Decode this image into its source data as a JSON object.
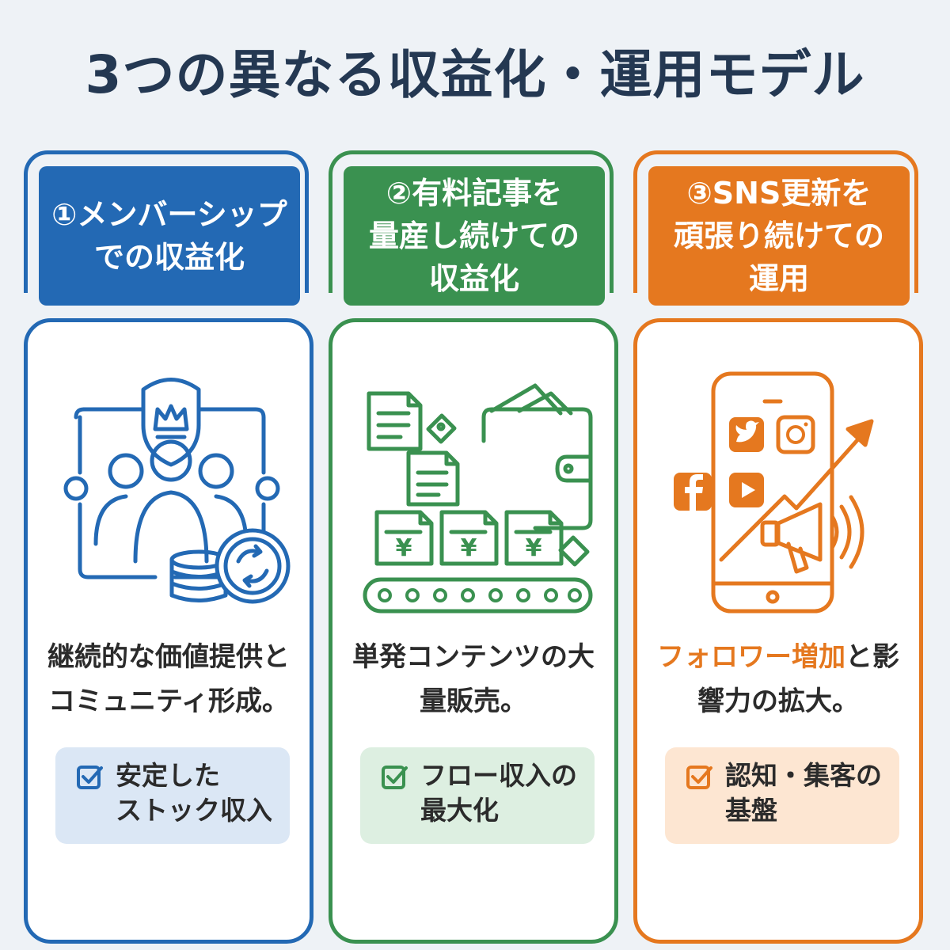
{
  "title": "3つの異なる収益化・運用モデル",
  "columns": [
    {
      "color": "#2369b4",
      "header": "①メンバーシップ\nでの収益化",
      "description": "継続的な価値提供とコミュニティ形成。",
      "benefit": "安定した\nストック収入",
      "icon": "membership-community-icon"
    },
    {
      "color": "#3a9150",
      "header": "②有料記事を\n量産し続けての\n収益化",
      "description": "単発コンテンツの大量販売。",
      "benefit": "フロー収入の\n最大化",
      "icon": "paid-article-wallet-icon"
    },
    {
      "color": "#e5781f",
      "header": "③SNS更新を\n頑張り続けての\n運用",
      "description_highlight": "フォロワー増加",
      "description_rest": "と影響力の拡大。",
      "benefit": "認知・集客の\n基盤",
      "icon": "sns-growth-icon"
    }
  ],
  "illustration_labels": {
    "yen_symbol": "¥"
  }
}
